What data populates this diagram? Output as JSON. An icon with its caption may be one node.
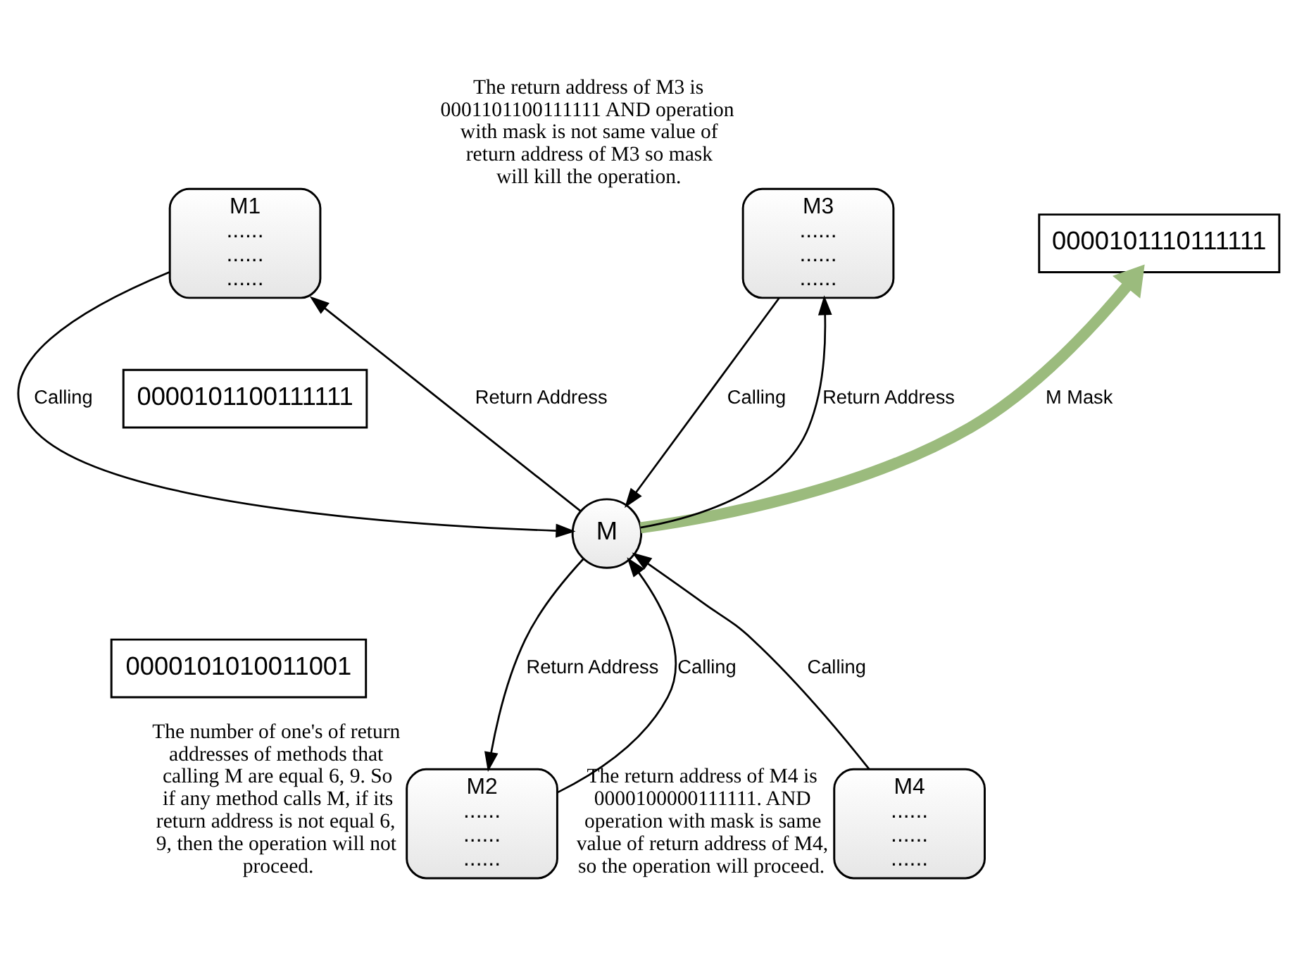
{
  "diagram": {
    "nodes": [
      {
        "text": [
          "M1",
          "......",
          "......",
          "......"
        ]
      },
      {
        "text": [
          "0000101110111111"
        ]
      },
      {
        "text": [
          "M3",
          "......",
          "......",
          "......"
        ],
        "beside": [
          "The return address of M3 is 0001101100111111 AND operation with mask is not same value of return address of M3 so mask will kill the operation."
        ]
      },
      {
        "text": [
          "M"
        ]
      },
      {
        "text": [
          "0000101100111111"
        ]
      },
      {
        "text": [
          "0000101010011001"
        ]
      },
      {
        "text": [
          "M2",
          "......",
          "......",
          "......"
        ],
        "beside": [
          "The number of one's of return addresses of methods that calling M are equal 6, 9. So if any method calls M, if its return address is not equal 6, 9, then the operation will not proceed."
        ]
      },
      {
        "text": [
          "M4",
          "......",
          "......",
          "......"
        ],
        "beside": [
          "The return address of M4 is 0000100000111111. AND operation with mask is same value of return address of M4, so the operation will proceed."
        ]
      }
    ],
    "edges": [
      {
        "from": 0,
        "to": 3,
        "arrow": "to",
        "label": "Calling"
      },
      {
        "from": 3,
        "to": 0,
        "arrow": "to",
        "label": "Return Address"
      },
      {
        "from": 3,
        "to": 1,
        "arrow": "to",
        "label": "M Mask",
        "style": "thick",
        "color": "#9bbb7d"
      },
      {
        "from": 3,
        "to": 2,
        "arrow": "to",
        "label": "Return Address"
      },
      {
        "from": 2,
        "to": 3,
        "arrow": "to",
        "label": "Calling"
      },
      {
        "from": 3,
        "to": 6,
        "arrow": "to",
        "label": "Return Address"
      },
      {
        "from": 6,
        "to": 3,
        "arrow": "to",
        "label": "Calling"
      },
      {
        "from": 7,
        "to": 3,
        "arrow": "to",
        "label": "Calling"
      }
    ]
  }
}
